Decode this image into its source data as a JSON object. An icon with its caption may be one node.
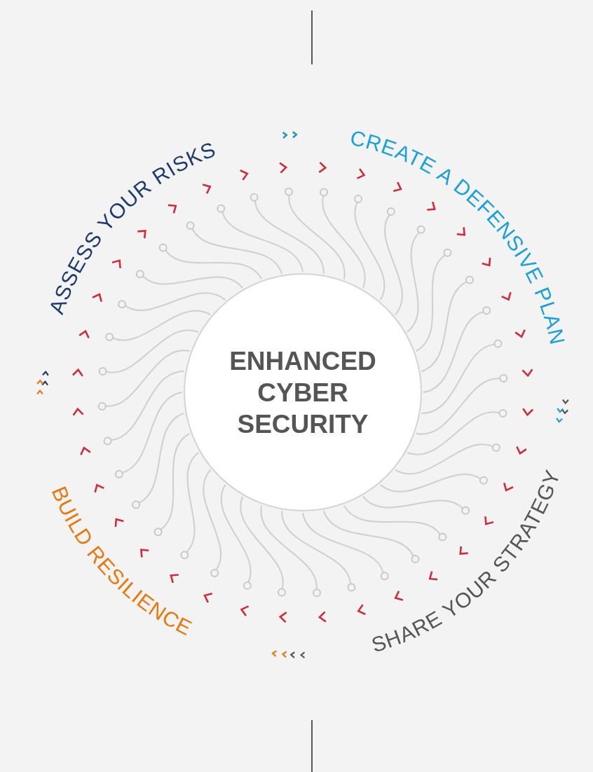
{
  "diagram": {
    "nodes": [
      {
        "text": [
          "ENHANCED CYBER SECURITY"
        ]
      }
    ],
    "labels": [
      "ASSESS YOUR RISKS",
      "CREATE A DEFENSIVE PLAN",
      "SHARE YOUR STRATEGY",
      "BUILD RESILIENCE"
    ]
  }
}
